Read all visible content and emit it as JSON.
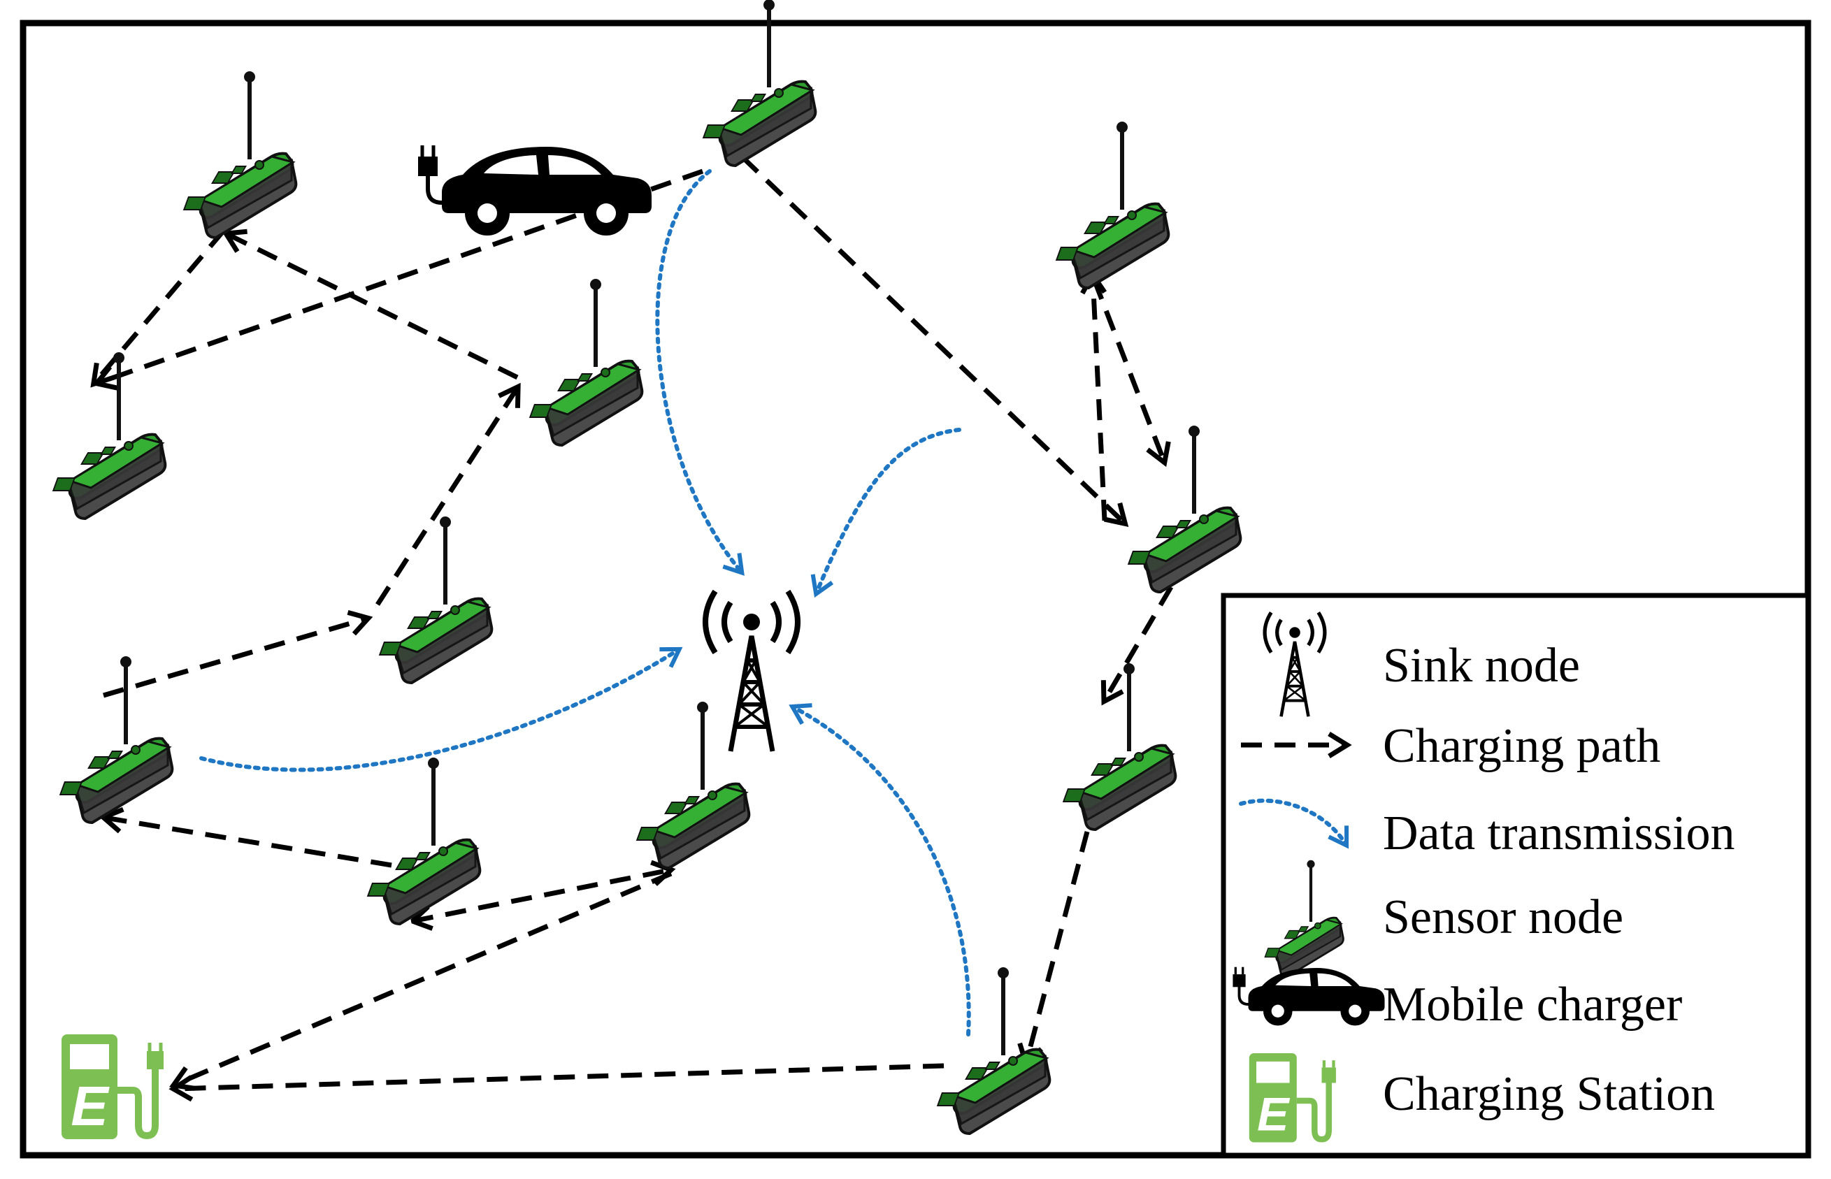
{
  "legend": {
    "items": [
      {
        "key": "sink",
        "label": "Sink node",
        "icon": "sink-tower-icon"
      },
      {
        "key": "charging-path",
        "label": "Charging path",
        "icon": "dashed-arrow-icon"
      },
      {
        "key": "data-transmission",
        "label": "Data transmission",
        "icon": "dotted-arrow-icon"
      },
      {
        "key": "sensor",
        "label": "Sensor node",
        "icon": "sensor-node-icon"
      },
      {
        "key": "mobile-charger",
        "label": "Mobile charger",
        "icon": "electric-car-icon"
      },
      {
        "key": "charging-station",
        "label": "Charging Station",
        "icon": "charging-station-icon"
      }
    ]
  },
  "station": {
    "glyph": "E"
  },
  "colors": {
    "sensor_green": "#2e9e2e",
    "sensor_dark": "#1c6e1c",
    "sensor_body": "#5a5a5a",
    "charging_path": "#000000",
    "data_transmission": "#1f77c4",
    "station_green": "#7dbf52"
  }
}
